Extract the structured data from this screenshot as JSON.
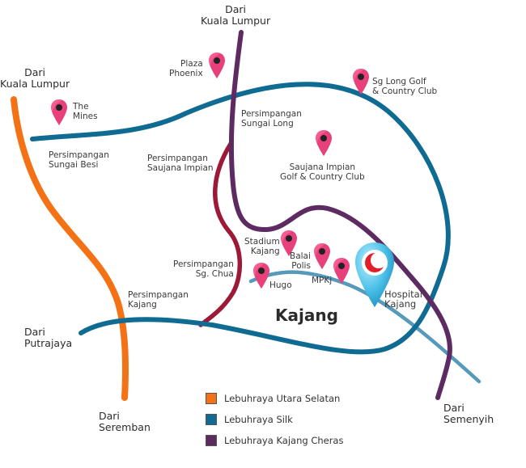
{
  "town": "Kajang",
  "places": {
    "kl_north": "Dari\nKuala Lumpur",
    "kl_west": "Dari\nKuala Lumpur",
    "putrajaya": "Dari\nPutrajaya",
    "seremban": "Dari\nSeremban",
    "semenyih": "Dari\nSemenyih"
  },
  "junctions": {
    "sungai_besi": "Persimpangan\nSungai Besi",
    "saujana_impian": "Persimpangan\nSaujana Impian",
    "sungai_long": "Persimpangan\nSungai Long",
    "sg_chua": "Persimpangan\nSg. Chua",
    "kajang": "Persimpangan\nKajang"
  },
  "landmarks": {
    "plaza_phoenix": "Plaza\nPhoenix",
    "the_mines": "The\nMines",
    "sg_long_golf": "Sg Long Golf\n& Country Club",
    "saujana_golf": "Saujana Impian\nGolf & Country Club",
    "stadium": "Stadium\nKajang",
    "balai_polis": "Balai\nPolis",
    "mpkj": "MPKj",
    "hugo": "Hugo",
    "hospital": "Hospital\nKajang"
  },
  "colors": {
    "utara_selatan": "#f47216",
    "silk": "#0f6b92",
    "kajang_cheras": "#5e2a62",
    "saujana_link": "#9c1938",
    "local_road": "#5599bb",
    "pin": "#e8407b",
    "hospital_pin": "#4fc3ea",
    "hospital_symbol": "#e01f2a"
  },
  "icons": {
    "landmark": "map-pin-icon",
    "hospital": "crescent-pin-icon"
  },
  "legend": [
    {
      "label": "Lebuhraya Utara Selatan",
      "color": "#f47216"
    },
    {
      "label": "Lebuhraya Silk",
      "color": "#0f6b92"
    },
    {
      "label": "Lebuhraya Kajang Cheras",
      "color": "#5e2a62"
    }
  ]
}
